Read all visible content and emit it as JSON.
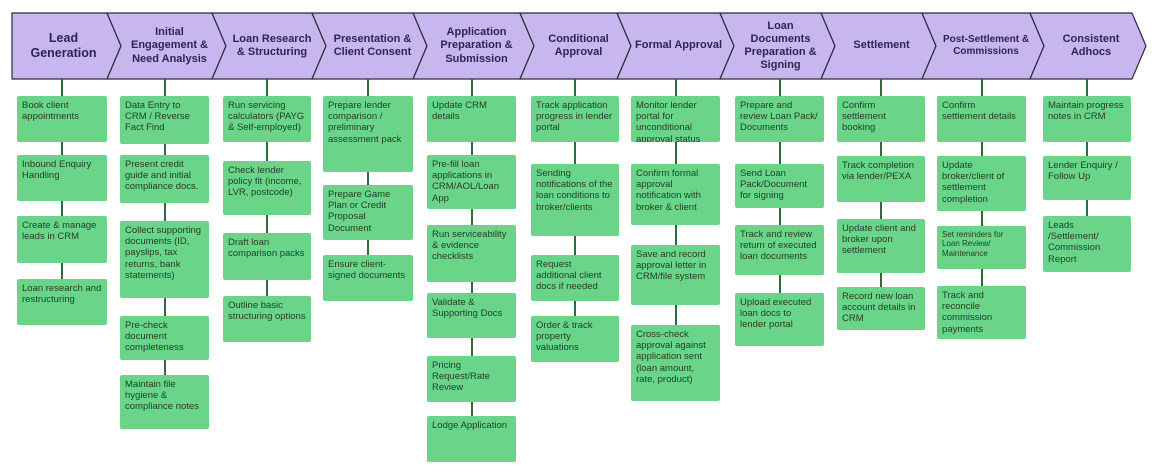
{
  "colors": {
    "chevron_fill": "#c8b6ee",
    "chevron_stroke": "#2b2a3a",
    "box_fill": "#6ad589",
    "line": "#2e6b3c",
    "title_text": "#2d2456"
  },
  "stages": [
    {
      "title": "Lead Generation",
      "steps": [
        "Book client appointments",
        "Inbound Enquiry Handling",
        "Create & manage leads in CRM",
        "Loan research and restructuring"
      ]
    },
    {
      "title": "Initial Engagement & Need Analysis",
      "steps": [
        "Data Entry to CRM / Reverse Fact Find",
        "Present credit guide and initial compliance docs.",
        "Collect supporting documents (ID, payslips, tax returns, bank statements)",
        "Pre-check document completeness",
        "Maintain file hygiene & compliance notes"
      ]
    },
    {
      "title": "Loan Research & Structuring",
      "steps": [
        "Run servicing calculators (PAYG & Self-employed)",
        "Check lender policy fit (income, LVR, postcode)",
        "Draft loan comparison packs",
        "Outline basic structuring options"
      ]
    },
    {
      "title": "Presentation & Client Consent",
      "steps": [
        "Prepare lender comparison / preliminary assessment pack",
        "Prepare Game Plan or Credit Proposal Document",
        "Ensure client-signed documents"
      ]
    },
    {
      "title": "Application Preparation & Submission",
      "steps": [
        "Update CRM details",
        "Pre-fill loan applications in CRM/AOL/Loan App",
        "Run serviceability & evidence checklists",
        "Validate  & Supporting Docs",
        "Pricing Request/Rate Review",
        "Lodge Application"
      ]
    },
    {
      "title": "Conditional Approval",
      "steps": [
        "Track application progress in lender portal",
        "Sending notifications of the loan conditions to broker/clients",
        "Request additional client docs if needed",
        "Order & track property valuations"
      ]
    },
    {
      "title": "Formal Approval",
      "steps": [
        "Monitor lender portal for unconditional approval status",
        "Confirm formal approval notification with broker & client",
        "Save and record approval letter in CRM/file system",
        "Cross-check approval against application sent (loan amount, rate, product)"
      ]
    },
    {
      "title": "Loan Documents Preparation & Signing",
      "steps": [
        "Prepare and review Loan Pack/ Documents",
        "Send Loan Pack/Document for signing",
        "Track and review return of executed loan documents",
        "Upload executed loan docs to lender portal"
      ]
    },
    {
      "title": "Settlement",
      "steps": [
        "Confirm settlement booking",
        "Track completion via lender/PEXA",
        "Update client and broker upon settlement",
        "Record new loan account details in CRM"
      ]
    },
    {
      "title": "Post-Settlement & Commissions",
      "steps": [
        "Confirm settlement details",
        "Update broker/client of settlement completion",
        "Set reminders for Loan Review/ Maintenance",
        "Track and reconcile commission payments"
      ]
    },
    {
      "title": "Consistent Adhocs",
      "steps": [
        "Maintain progress notes in CRM",
        "Lender Enquiry / Follow Up",
        "Leads /Settlement/ Commission Report"
      ]
    }
  ]
}
